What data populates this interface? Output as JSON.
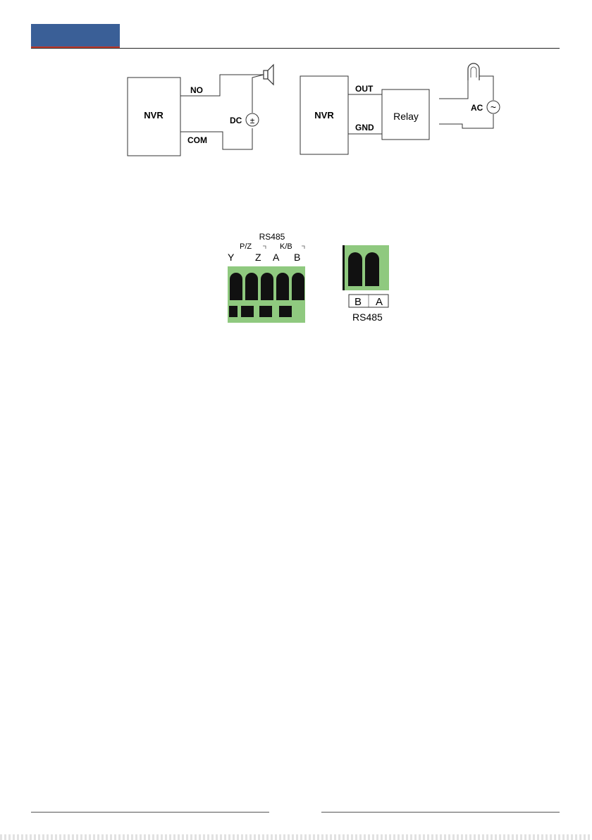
{
  "header": {
    "tab_color": "#3a5f97",
    "accent_color": "#c0392b"
  },
  "figure_alarm_out": {
    "nvr_label": "NVR",
    "no_label": "NO",
    "com_label": "COM",
    "dc_label": "DC",
    "power_symbol": "±",
    "load_icon": "speaker-icon"
  },
  "figure_relay": {
    "nvr_label": "NVR",
    "out_label": "OUT",
    "gnd_label": "GND",
    "relay_label": "Relay",
    "ac_label": "AC",
    "ac_symbol": "~",
    "load_icon": "lamp-icon"
  },
  "connector_5pin": {
    "group_label": "RS485",
    "pz_label": "P/Z",
    "kb_label": "K/B",
    "pins": [
      "Y",
      "Z",
      "A",
      "B"
    ],
    "color": "#8fc97f"
  },
  "connector_2pin": {
    "pins": [
      "B",
      "A"
    ],
    "label": "RS485",
    "color": "#8fc97f"
  }
}
